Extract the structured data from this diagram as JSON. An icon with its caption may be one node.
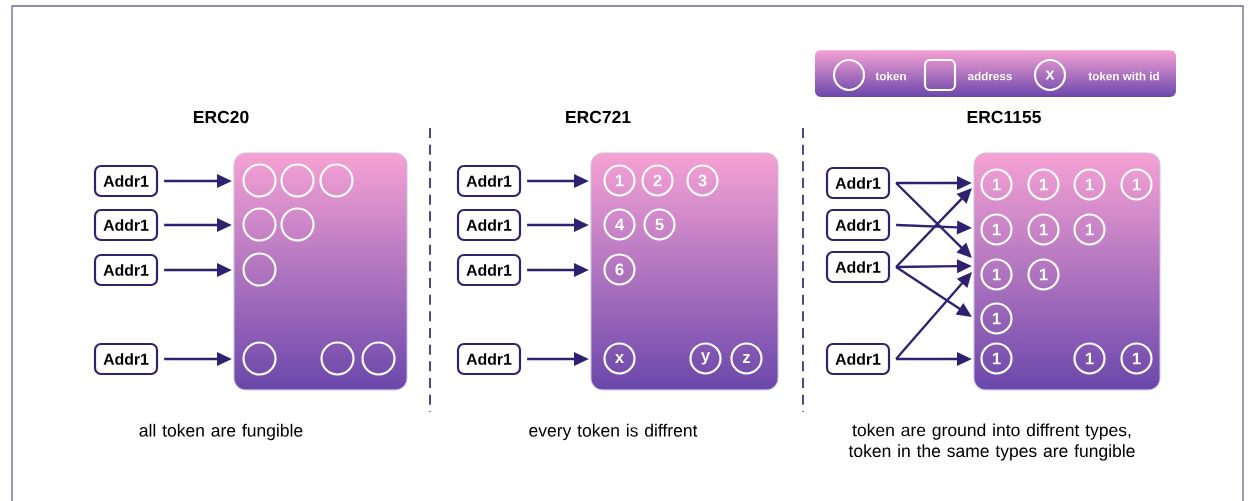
{
  "diagram": {
    "nodes": [
      {
        "text": [
          "Addr1"
        ]
      },
      {
        "text": [
          "Addr1"
        ]
      },
      {
        "text": [
          "Addr1"
        ]
      },
      {
        "text": [
          "Addr1"
        ]
      },
      {
        "text": [],
        "shape": "box"
      },
      {
        "text": [],
        "shape": "circle",
        "in": 4
      },
      {
        "text": [],
        "shape": "circle",
        "in": 4
      },
      {
        "text": [],
        "shape": "circle",
        "in": 4
      },
      {
        "text": [],
        "shape": "circle",
        "in": 4
      },
      {
        "text": [],
        "shape": "circle",
        "in": 4
      },
      {
        "text": [],
        "shape": "circle",
        "in": 4
      },
      {
        "text": [],
        "shape": "circle",
        "in": 4
      },
      {
        "text": [],
        "shape": "circle",
        "in": 4
      },
      {
        "text": [],
        "shape": "circle",
        "in": 4
      },
      {
        "text": [
          "Addr1"
        ]
      },
      {
        "text": [
          "Addr1"
        ]
      },
      {
        "text": [
          "Addr1"
        ]
      },
      {
        "text": [
          "Addr1"
        ]
      },
      {
        "text": [],
        "shape": "box"
      },
      {
        "text": [
          "1"
        ],
        "in": 18
      },
      {
        "text": [
          "2"
        ],
        "in": 18
      },
      {
        "text": [
          "3"
        ],
        "in": 18
      },
      {
        "text": [
          "4"
        ],
        "in": 18
      },
      {
        "text": [
          "5"
        ],
        "in": 18
      },
      {
        "text": [
          "6"
        ],
        "in": 18
      },
      {
        "text": [
          "x"
        ],
        "in": 18
      },
      {
        "text": [
          "y"
        ],
        "in": 18
      },
      {
        "text": [
          "z"
        ],
        "in": 18
      },
      {
        "text": [
          "Addr1"
        ]
      },
      {
        "text": [
          "Addr1"
        ]
      },
      {
        "text": [
          "Addr1"
        ]
      },
      {
        "text": [
          "Addr1"
        ]
      },
      {
        "text": [],
        "shape": "box"
      },
      {
        "text": [
          "1"
        ],
        "in": 32
      },
      {
        "text": [
          "1"
        ],
        "in": 32
      },
      {
        "text": [
          "1"
        ],
        "in": 32
      },
      {
        "text": [
          "1"
        ],
        "in": 32
      },
      {
        "text": [
          "1"
        ],
        "in": 32
      },
      {
        "text": [
          "1"
        ],
        "in": 32
      },
      {
        "text": [
          "1"
        ],
        "in": 32
      },
      {
        "text": [
          "1"
        ],
        "in": 32
      },
      {
        "text": [
          "1"
        ],
        "in": 32
      },
      {
        "text": [
          "1"
        ],
        "in": 32
      },
      {
        "text": [
          "1"
        ],
        "in": 32
      },
      {
        "text": [
          "1"
        ],
        "in": 32
      },
      {
        "text": [
          "1"
        ],
        "in": 32
      }
    ],
    "edges": [
      {
        "from": 0,
        "to": 4,
        "arrow": "to"
      },
      {
        "from": 1,
        "to": 4,
        "arrow": "to"
      },
      {
        "from": 2,
        "to": 4,
        "arrow": "to"
      },
      {
        "from": 3,
        "to": 4,
        "arrow": "to"
      },
      {
        "from": 14,
        "to": 18,
        "arrow": "to"
      },
      {
        "from": 15,
        "to": 18,
        "arrow": "to"
      },
      {
        "from": 16,
        "to": 18,
        "arrow": "to"
      },
      {
        "from": 17,
        "to": 18,
        "arrow": "to"
      },
      {
        "from": 28,
        "to": 32,
        "arrow": "to"
      },
      {
        "from": 28,
        "to": 32,
        "arrow": "to"
      },
      {
        "from": 29,
        "to": 32,
        "arrow": "to"
      },
      {
        "from": 30,
        "to": 32,
        "arrow": "to"
      },
      {
        "from": 30,
        "to": 32,
        "arrow": "to"
      },
      {
        "from": 30,
        "to": 32,
        "arrow": "to"
      },
      {
        "from": 31,
        "to": 32,
        "arrow": "to"
      },
      {
        "from": 31,
        "to": 32,
        "arrow": "to"
      }
    ],
    "labels": [
      "x",
      "ERC20",
      "ERC721",
      "ERC1155",
      "all token are fungible",
      "every token is diffrent",
      "token are ground into diffrent types, token in the same types are fungible"
    ],
    "legend": [
      {
        "text": "token"
      },
      {
        "text": "address"
      },
      {
        "text": "token with id"
      }
    ]
  }
}
